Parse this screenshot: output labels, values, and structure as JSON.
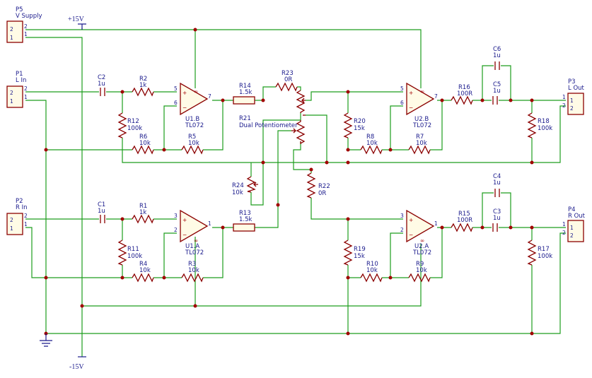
{
  "supply": {
    "pos": "+15V",
    "neg": "-15V"
  },
  "connectors": {
    "p5": {
      "ref": "P5",
      "value": "V Supply",
      "pin_a": "2",
      "pin_b": "1"
    },
    "p1": {
      "ref": "P1",
      "value": "L In",
      "pin_a": "2",
      "pin_b": "1"
    },
    "p2": {
      "ref": "P2",
      "value": "R In",
      "pin_a": "2",
      "pin_b": "1"
    },
    "p3": {
      "ref": "P3",
      "value": "L Out",
      "pin_a": "1",
      "pin_b": "2"
    },
    "p4": {
      "ref": "P4",
      "value": "R Out",
      "pin_a": "1",
      "pin_b": "2"
    }
  },
  "opamps": {
    "u1b": {
      "ref": "U1.B",
      "value": "TL072",
      "pin_plus": "5",
      "pin_minus": "6",
      "pin_out": "7"
    },
    "u1a": {
      "ref": "U1.A",
      "value": "TL072",
      "pin_plus": "3",
      "pin_minus": "2",
      "pin_out": "1"
    },
    "u2b": {
      "ref": "U2.B",
      "value": "TL072",
      "pin_plus": "5",
      "pin_minus": "6",
      "pin_out": "7"
    },
    "u2a": {
      "ref": "U2.A",
      "value": "TL072",
      "pin_plus": "3",
      "pin_minus": "2",
      "pin_out": "1"
    }
  },
  "resistors": {
    "r2": {
      "ref": "R2",
      "value": "1k"
    },
    "r12": {
      "ref": "R12",
      "value": "100k"
    },
    "r6": {
      "ref": "R6",
      "value": "10k"
    },
    "r5": {
      "ref": "R5",
      "value": "10k"
    },
    "r14": {
      "ref": "R14",
      "value": "1.5k"
    },
    "r23": {
      "ref": "R23",
      "value": "0R"
    },
    "r20": {
      "ref": "R20",
      "value": "15k"
    },
    "r8": {
      "ref": "R8",
      "value": "10k"
    },
    "r7": {
      "ref": "R7",
      "value": "10k"
    },
    "r16": {
      "ref": "R16",
      "value": "100R"
    },
    "r18": {
      "ref": "R18",
      "value": "100k"
    },
    "r1": {
      "ref": "R1",
      "value": "1k"
    },
    "r11": {
      "ref": "R11",
      "value": "100k"
    },
    "r4": {
      "ref": "R4",
      "value": "10k"
    },
    "r3": {
      "ref": "R3",
      "value": "10k"
    },
    "r13": {
      "ref": "R13",
      "value": "1.5k"
    },
    "r24": {
      "ref": "R24",
      "value": "10k"
    },
    "r22": {
      "ref": "R22",
      "value": "0R"
    },
    "r19": {
      "ref": "R19",
      "value": "15k"
    },
    "r10": {
      "ref": "R10",
      "value": "10k"
    },
    "r9": {
      "ref": "R9",
      "value": "10k"
    },
    "r15": {
      "ref": "R15",
      "value": "100R"
    },
    "r17": {
      "ref": "R17",
      "value": "100k"
    }
  },
  "pot": {
    "ref": "R21",
    "value": "Dual Potentiometer"
  },
  "capacitors": {
    "c2": {
      "ref": "C2",
      "value": "1u"
    },
    "c1": {
      "ref": "C1",
      "value": "1u"
    },
    "c5": {
      "ref": "C5",
      "value": "1u"
    },
    "c6": {
      "ref": "C6",
      "value": "1u"
    },
    "c3": {
      "ref": "C3",
      "value": "1u"
    },
    "c4": {
      "ref": "C4",
      "value": "1u"
    }
  }
}
